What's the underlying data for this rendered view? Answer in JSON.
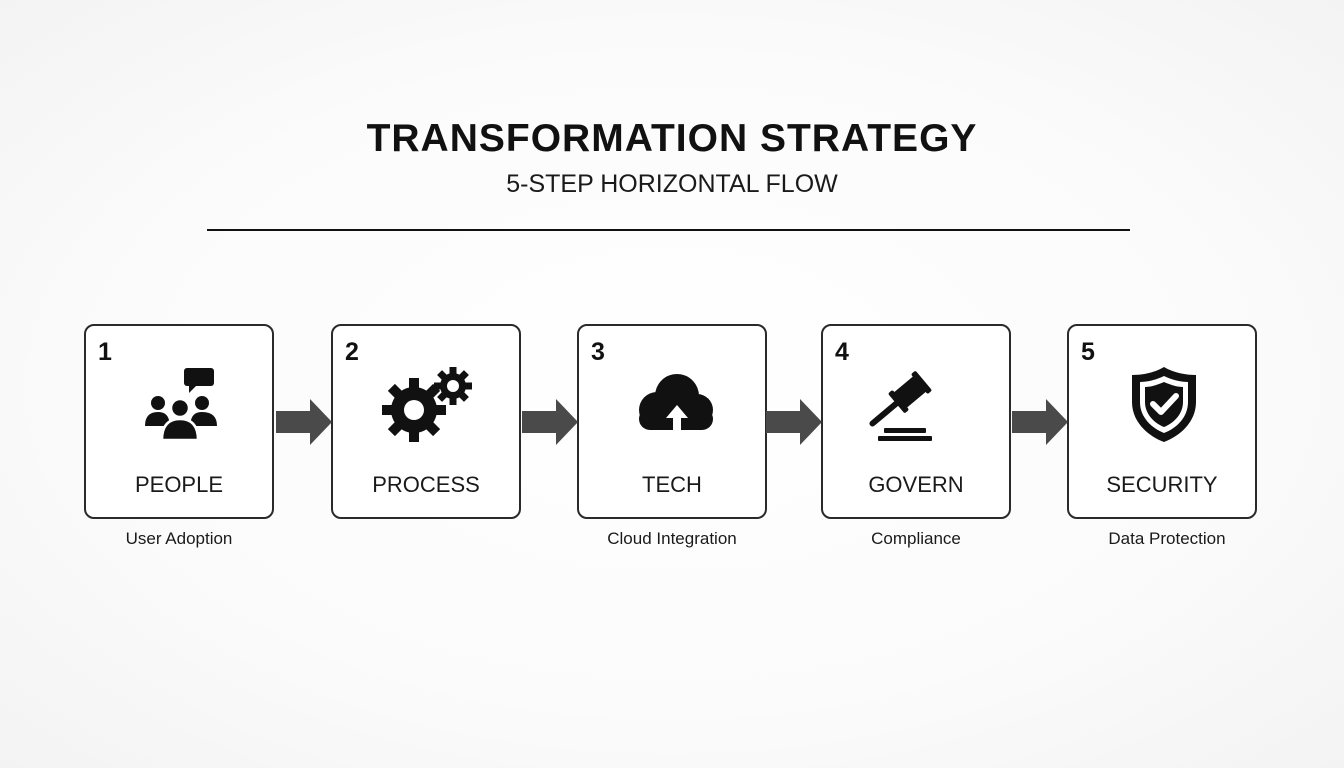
{
  "header": {
    "title": "TRANSFORMATION STRATEGY",
    "subtitle": "5-STEP HORIZONTAL FLOW"
  },
  "steps": [
    {
      "number": "1",
      "label": "PEOPLE",
      "caption": "User Adoption",
      "icon": "people-chat-icon"
    },
    {
      "number": "2",
      "label": "PROCESS",
      "caption": "",
      "icon": "gears-icon"
    },
    {
      "number": "3",
      "label": "TECH",
      "caption": "Cloud Integration",
      "icon": "cloud-upload-icon"
    },
    {
      "number": "4",
      "label": "GOVERN",
      "caption": "Compliance",
      "icon": "gavel-icon"
    },
    {
      "number": "5",
      "label": "SECURITY",
      "caption": "Data Protection",
      "icon": "shield-check-icon"
    }
  ],
  "colors": {
    "ink": "#111111",
    "arrow": "#4a4a4a",
    "box_border": "#2a2a2a",
    "background": "#ffffff"
  }
}
